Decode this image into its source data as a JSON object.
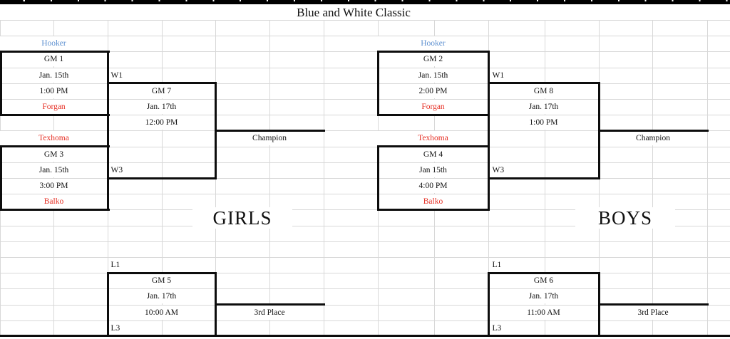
{
  "title": "Blue and White Classic",
  "colors": {
    "team_blue": "#5b8fd0",
    "team_red": "#e62e23"
  },
  "girls": {
    "section_label": "GIRLS",
    "semi1": {
      "team_top": "Hooker",
      "name": "GM 1",
      "date": "Jan. 15th",
      "time": "1:00 PM",
      "team_bottom": "Forgan"
    },
    "semi2": {
      "team_top": "Texhoma",
      "name": "GM 3",
      "date": "Jan. 15th",
      "time": "3:00 PM",
      "team_bottom": "Balko"
    },
    "final": {
      "feeder_top": "W1",
      "feeder_bottom": "W3",
      "name": "GM 7",
      "date": "Jan. 17th",
      "time": "12:00 PM",
      "result_label": "Champion"
    },
    "consolation": {
      "feeder_top": "L1",
      "feeder_bottom": "L3",
      "name": "GM 5",
      "date": "Jan. 17th",
      "time": "10:00 AM",
      "result_label": "3rd Place"
    }
  },
  "boys": {
    "section_label": "BOYS",
    "semi1": {
      "team_top": "Hooker",
      "name": "GM 2",
      "date": "Jan. 15th",
      "time": "2:00 PM",
      "team_bottom": "Forgan"
    },
    "semi2": {
      "team_top": "Texhoma",
      "name": "GM 4",
      "date": "Jan 15th",
      "time": "4:00 PM",
      "team_bottom": "Balko"
    },
    "final": {
      "feeder_top": "W1",
      "feeder_bottom": "W3",
      "name": "GM 8",
      "date": "Jan. 17th",
      "time": "1:00 PM",
      "result_label": "Champion"
    },
    "consolation": {
      "feeder_top": "L1",
      "feeder_bottom": "L3",
      "name": "GM 6",
      "date": "Jan. 17th",
      "time": "11:00 AM",
      "result_label": "3rd Place"
    }
  }
}
